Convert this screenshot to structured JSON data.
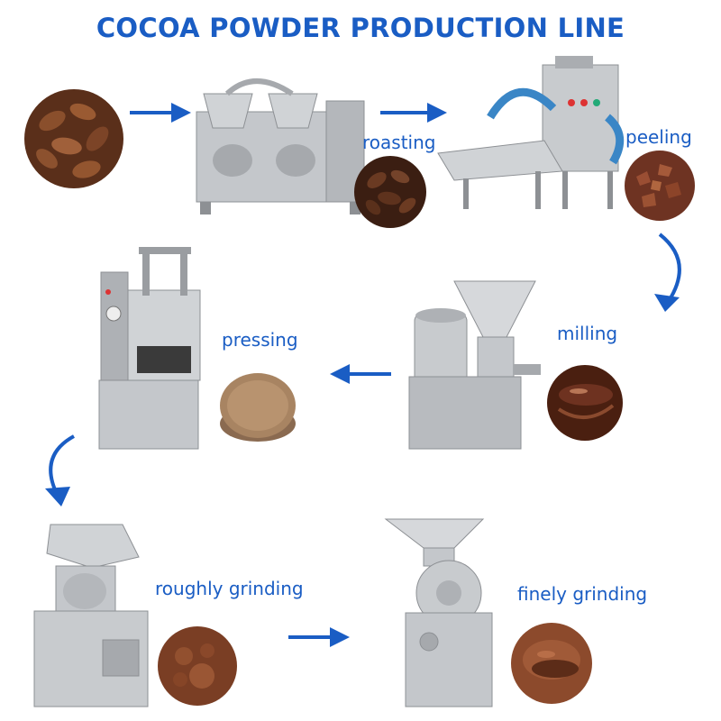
{
  "title": "COCOA POWDER PRODUCTION LINE",
  "steps": {
    "roasting": "roasting",
    "peeling": "peeling",
    "milling": "milling",
    "pressing": "pressing",
    "rough": "roughly grinding",
    "fine": "finely grinding"
  },
  "colors": {
    "accent": "#1a5dc4",
    "steel": "#b9bcc0",
    "cocoa": "#6b3a20"
  },
  "icons": {
    "flow_arrow": "blue-arrow",
    "curved_arrow": "curved-blue-arrow"
  }
}
